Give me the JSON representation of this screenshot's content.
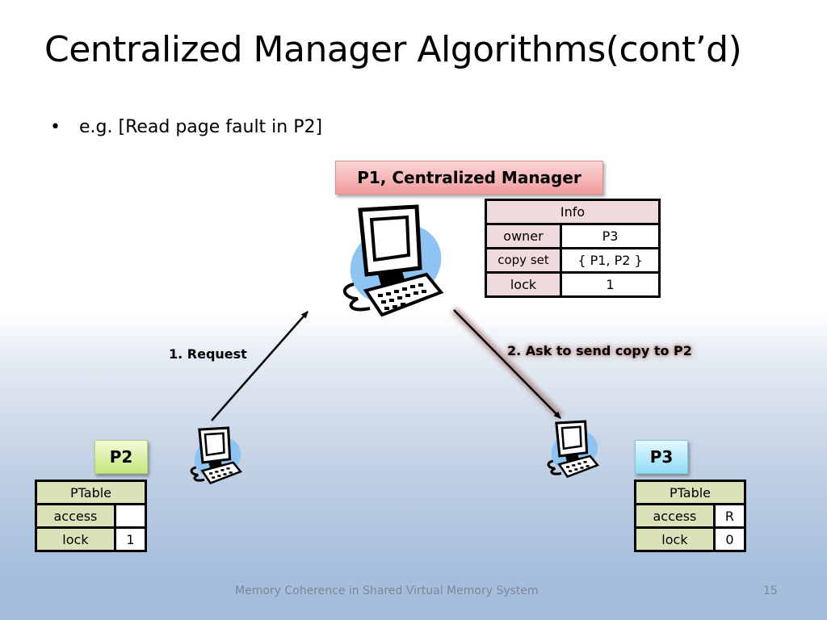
{
  "slide": {
    "title": "Centralized Manager Algorithms(cont’d)",
    "bullet_marker": "•",
    "bullet_text": "e.g. [Read page fault in P2]",
    "footer_text": "Memory Coherence in Shared Virtual Memory System",
    "page_number": "15"
  },
  "nodes": {
    "p1": {
      "label": "P1, Centralized Manager",
      "color": "#f19c9c",
      "info_table": {
        "header": "Info",
        "rows": [
          {
            "key": "owner",
            "value": "P3"
          },
          {
            "key": "copy set",
            "value": "{ P1, P2 }"
          },
          {
            "key": "lock",
            "value": "1"
          }
        ]
      }
    },
    "p2": {
      "label": "P2",
      "color": "#c6e67c",
      "ptable": {
        "header": "PTable",
        "rows": [
          {
            "key": "access",
            "value": ""
          },
          {
            "key": "lock",
            "value": "1"
          }
        ]
      }
    },
    "p3": {
      "label": "P3",
      "color": "#8fdcf5",
      "ptable": {
        "header": "PTable",
        "rows": [
          {
            "key": "access",
            "value": "R"
          },
          {
            "key": "lock",
            "value": "0"
          }
        ]
      }
    }
  },
  "edges": [
    {
      "from": "p2",
      "to": "p1",
      "label": "1. Request"
    },
    {
      "from": "p1",
      "to": "p3",
      "label": "2. Ask to send copy to P2",
      "highlighted": true
    }
  ],
  "icons": {
    "computer": "computer-icon"
  }
}
